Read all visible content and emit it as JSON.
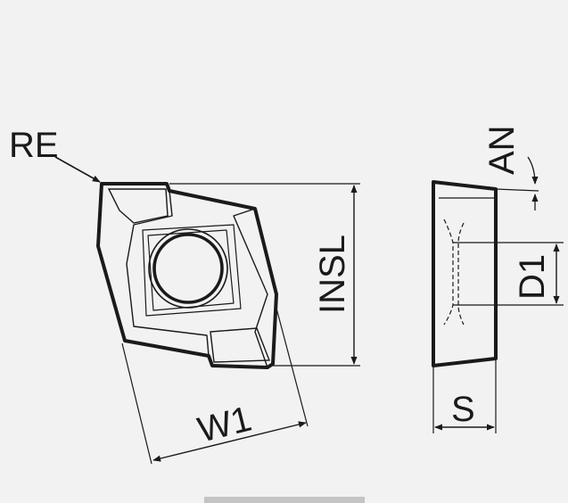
{
  "colors": {
    "background": "#f2f2f2",
    "stroke": "#1a1a1a",
    "scroll_indicator": "#c4c4c4"
  },
  "top_view": {
    "labels": {
      "corner_radius": "RE",
      "inscribed_length": "INSL",
      "width": "W1"
    }
  },
  "side_view": {
    "labels": {
      "clearance_angle": "AN",
      "hole_diameter": "D1",
      "thickness": "S"
    }
  }
}
